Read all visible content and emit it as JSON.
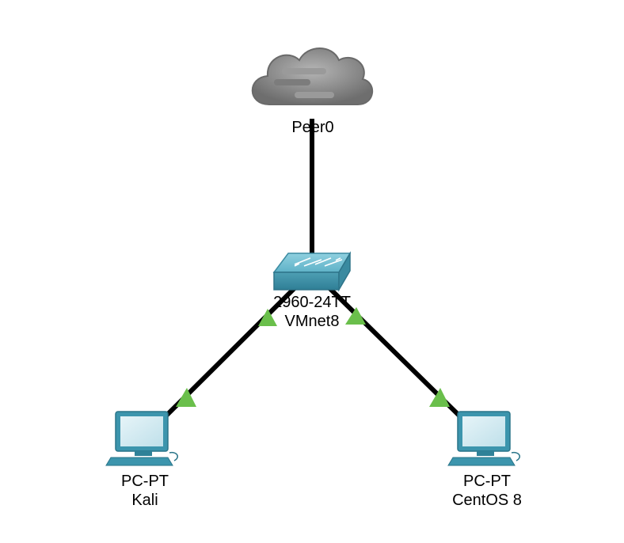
{
  "devices": {
    "cloud": {
      "name": "Peer0",
      "icon": "cloud-icon"
    },
    "switch": {
      "model": "2960-24TT",
      "name": "VMnet8",
      "icon": "switch-icon"
    },
    "pc_left": {
      "model": "PC-PT",
      "name": "Kali",
      "icon": "pc-icon"
    },
    "pc_right": {
      "model": "PC-PT",
      "name": "CentOS 8",
      "icon": "pc-icon"
    }
  },
  "links": [
    {
      "from": "Peer0",
      "to": "VMnet8",
      "status": "none"
    },
    {
      "from": "VMnet8",
      "to": "Kali",
      "status": "up"
    },
    {
      "from": "VMnet8",
      "to": "CentOS 8",
      "status": "up"
    }
  ],
  "colors": {
    "link": "#000000",
    "link_up": "#6abf4b",
    "cloud": "#8a8a8a",
    "switch": "#4f9bb0",
    "pc": "#3c95ad"
  }
}
